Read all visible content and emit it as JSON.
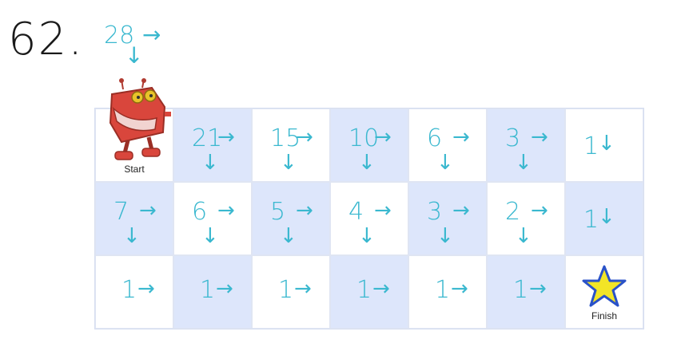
{
  "problem": {
    "number": "62."
  },
  "total_path": {
    "count": "28",
    "right_arrow": "→",
    "down_arrow": "↓"
  },
  "grid": {
    "start_label": "Start",
    "finish_label": "Finish",
    "rows": [
      [
        {
          "kind": "start"
        },
        {
          "count": "21",
          "right": "→",
          "down": "↓"
        },
        {
          "count": "15",
          "right": "→",
          "down": "↓"
        },
        {
          "count": "10",
          "right": "→",
          "down": "↓"
        },
        {
          "count": "6",
          "right": "→",
          "down": "↓"
        },
        {
          "count": "3",
          "right": "→",
          "down": "↓"
        },
        {
          "count": "1",
          "down": "↓"
        }
      ],
      [
        {
          "count": "7",
          "right": "→",
          "down": "↓"
        },
        {
          "count": "6",
          "right": "→",
          "down": "↓"
        },
        {
          "count": "5",
          "right": "→",
          "down": "↓"
        },
        {
          "count": "4",
          "right": "→",
          "down": "↓"
        },
        {
          "count": "3",
          "right": "→",
          "down": "↓"
        },
        {
          "count": "2",
          "right": "→",
          "down": "↓"
        },
        {
          "count": "1",
          "down": "↓"
        }
      ],
      [
        {
          "count": "1",
          "right": "→"
        },
        {
          "count": "1",
          "right": "→"
        },
        {
          "count": "1",
          "right": "→"
        },
        {
          "count": "1",
          "right": "→"
        },
        {
          "count": "1",
          "right": "→"
        },
        {
          "count": "1",
          "right": "→"
        },
        {
          "kind": "finish"
        }
      ]
    ]
  },
  "colors": {
    "annotation": "#3ab8cf",
    "shaded_cell": "#dde6fb",
    "plain_cell": "#ffffff",
    "robot_body": "#d9463c",
    "robot_eyes": "#e8c42a",
    "star_fill": "#f2e526",
    "star_outline": "#2a52c8"
  },
  "icons": {
    "start": "robot-icon",
    "finish": "star-icon"
  }
}
